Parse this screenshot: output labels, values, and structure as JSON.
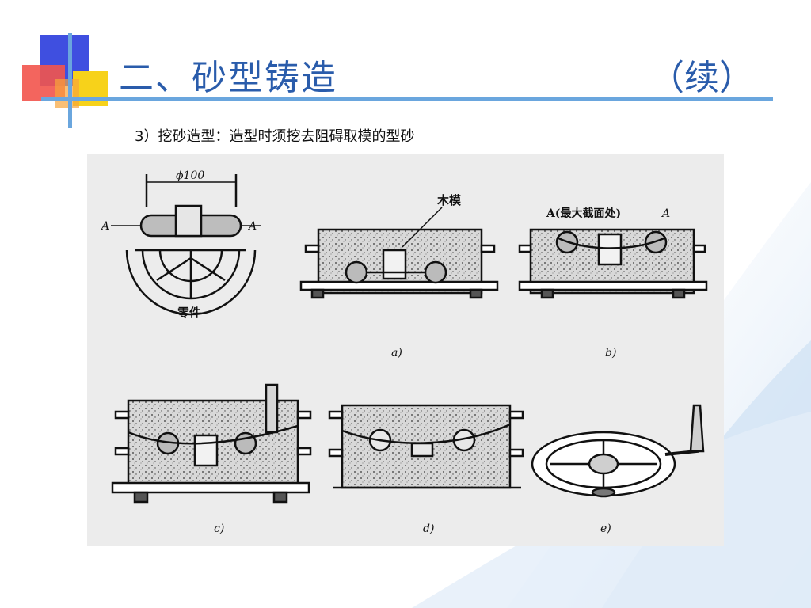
{
  "slide": {
    "title": "二、砂型铸造",
    "title_cont": "（续）",
    "subtitle": "3）挖砂造型：造型时须挖去阻碍取模的型砂"
  },
  "figure": {
    "dim_label": "ϕ100",
    "section_mark": "A",
    "part_label": "零件",
    "pattern_label": "木模",
    "max_section_label": "A(最大截面处)",
    "sub_labels": [
      "a)",
      "b)",
      "c)",
      "d)",
      "e)"
    ]
  },
  "colors": {
    "title": "#2a5cab",
    "rule": "#6aa6de",
    "figure_bg": "#ececec"
  }
}
